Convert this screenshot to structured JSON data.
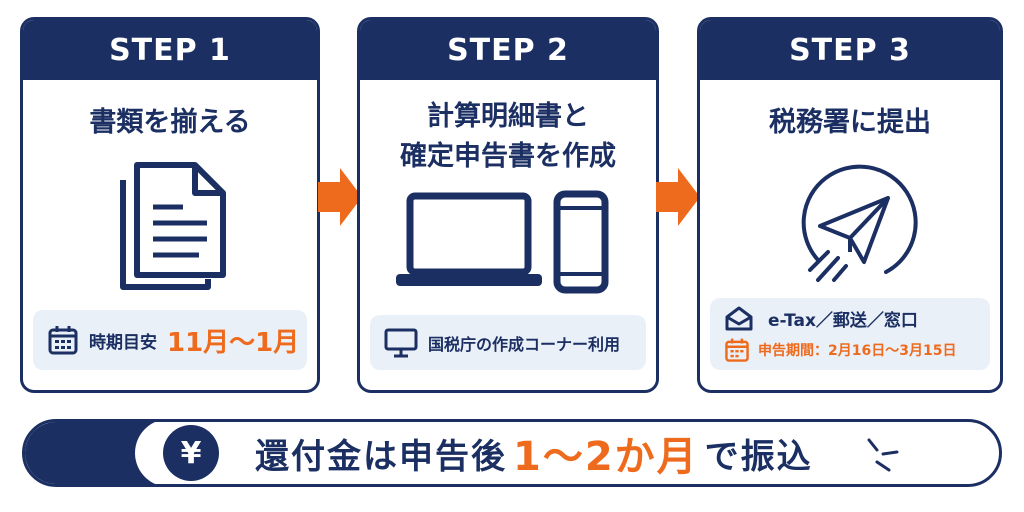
{
  "steps": [
    {
      "label": "STEP 1",
      "title": "書類を揃える",
      "info_label": "時期目安",
      "info_value": "11月～1月"
    },
    {
      "label": "STEP 2",
      "title_line1": "計算明細書と",
      "title_line2": "確定申告書を作成",
      "info_text": "国税庁の作成コーナー利用"
    },
    {
      "label": "STEP 3",
      "title": "税務署に提出",
      "info_methods": "e-Tax／郵送／窓口",
      "info_period": "申告期間：2月16日～3月15日"
    }
  ],
  "banner": {
    "currency_symbol": "¥",
    "text_before": "還付金は申告後",
    "text_highlight": "1～2か月",
    "text_after": "で振込"
  },
  "colors": {
    "navy": "#1b2f63",
    "orange": "#ee6a1c",
    "info_bg": "#eaf0f8"
  },
  "icons": [
    "documents-icon",
    "laptop-icon",
    "smartphone-icon",
    "paper-plane-icon",
    "calendar-icon",
    "monitor-icon",
    "mail-icon",
    "yen-icon"
  ]
}
